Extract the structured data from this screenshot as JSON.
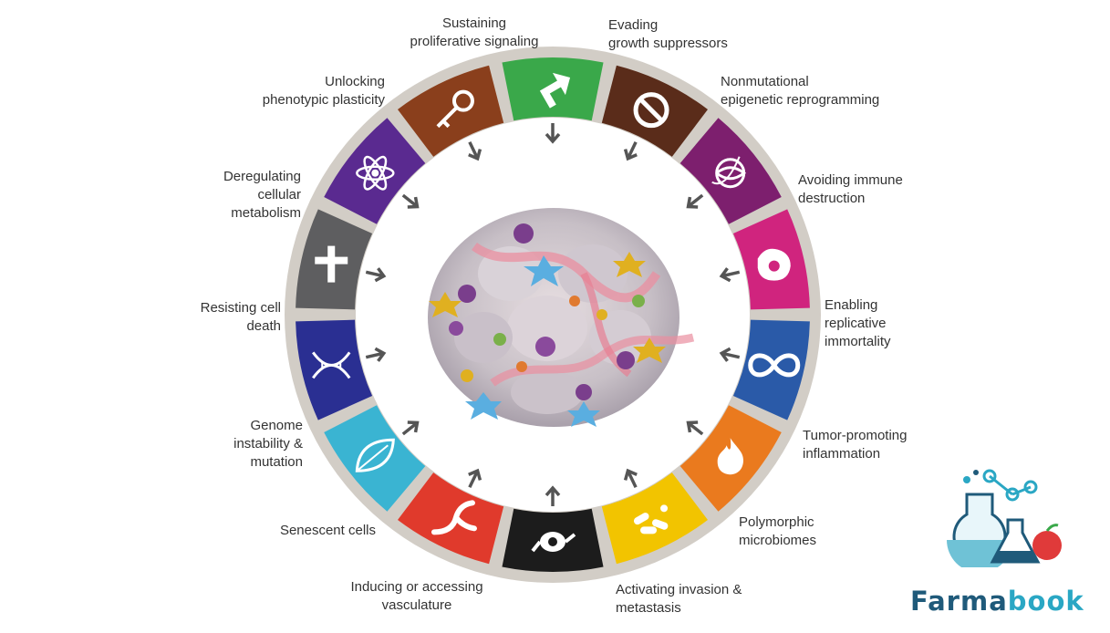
{
  "hallmarks": [
    {
      "id": "sustaining",
      "lines": [
        "Sustaining",
        "proliferative signaling"
      ],
      "color": "#3aa84a",
      "icon": "arrow-icon"
    },
    {
      "id": "evading",
      "lines": [
        "Evading",
        "growth suppressors"
      ],
      "color": "#5a2c1a",
      "icon": "no-entry-icon"
    },
    {
      "id": "nonmutational",
      "lines": [
        "Nonmutational",
        "epigenetic reprogramming"
      ],
      "color": "#7d1f6e",
      "icon": "chromatin-icon"
    },
    {
      "id": "immune",
      "lines": [
        "Avoiding immune",
        "destruction"
      ],
      "color": "#d0247e",
      "icon": "immune-cell-icon"
    },
    {
      "id": "immortality",
      "lines": [
        "Enabling",
        "replicative",
        "immortality"
      ],
      "color": "#2a5aa8",
      "icon": "infinity-icon"
    },
    {
      "id": "inflammation",
      "lines": [
        "Tumor-promoting",
        "inflammation"
      ],
      "color": "#ea7a1e",
      "icon": "flame-icon"
    },
    {
      "id": "microbiomes",
      "lines": [
        "Polymorphic",
        "microbiomes"
      ],
      "color": "#f2c400",
      "icon": "bacteria-icon"
    },
    {
      "id": "invasion",
      "lines": [
        "Activating invasion &",
        "metastasis"
      ],
      "color": "#1c1c1c",
      "icon": "invading-cell-icon"
    },
    {
      "id": "vasculature",
      "lines": [
        "Inducing or accessing",
        "vasculature"
      ],
      "color": "#e03a2c",
      "icon": "vessel-icon"
    },
    {
      "id": "senescent",
      "lines": [
        "Senescent cells"
      ],
      "color": "#3ab4d2",
      "icon": "leaf-icon"
    },
    {
      "id": "genome",
      "lines": [
        "Genome",
        "instability &",
        "mutation"
      ],
      "color": "#2a2f92",
      "icon": "dna-icon"
    },
    {
      "id": "death",
      "lines": [
        "Resisting cell",
        "death"
      ],
      "color": "#5e5e60",
      "icon": "cross-icon"
    },
    {
      "id": "metabolism",
      "lines": [
        "Deregulating",
        "cellular",
        "metabolism"
      ],
      "color": "#5a2a90",
      "icon": "atom-icon"
    },
    {
      "id": "plasticity",
      "lines": [
        "Unlocking",
        "phenotypic plasticity"
      ],
      "color": "#8a3f1c",
      "icon": "key-icon"
    }
  ],
  "ring": {
    "outer_color": "#d2cdc6",
    "gap_color": "#ffffff",
    "arrow_color": "#555555"
  },
  "tumor": {
    "name": "tumor-microenvironment"
  },
  "brand": {
    "part1": "Farma",
    "part2": "book",
    "color1": "#1f5a7a",
    "color2": "#2aa7c4"
  }
}
